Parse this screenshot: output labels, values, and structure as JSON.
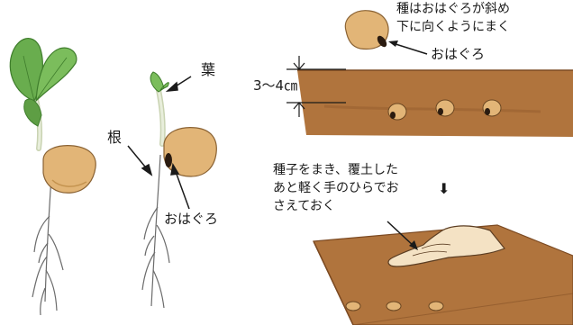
{
  "labels": {
    "leaf": "葉",
    "root": "根",
    "hilum_left": "おはぐろ",
    "hilum_right": "おはぐろ",
    "depth": "3～4㎝",
    "arrow_down": "⬇"
  },
  "notes": {
    "seed_orientation": [
      "種はおはぐろが斜め",
      "下に向くようにまく"
    ],
    "sowing": [
      "種子をまき、覆土した",
      "あと軽く手のひらでお",
      "さえておく"
    ]
  },
  "colors": {
    "soil": "#b0743d",
    "soil_dark": "#7c4a22",
    "seed": "#e2b577",
    "hilum": "#2a1b10",
    "leaf": "#69ad4e",
    "stem": "#dfe6cf",
    "line": "#1a1a1a"
  }
}
